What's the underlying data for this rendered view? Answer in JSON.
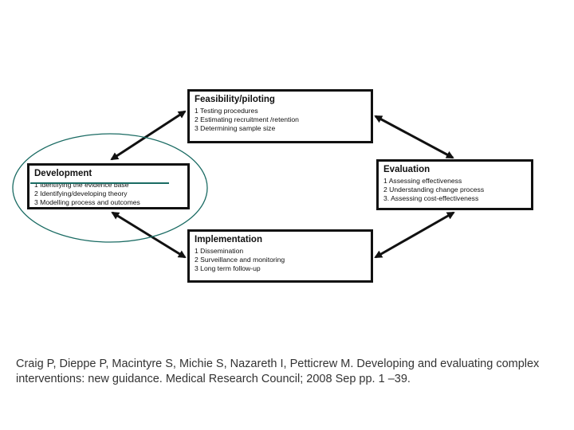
{
  "diagram": {
    "nodes": [
      {
        "id": "feasibility",
        "title": "Feasibility/piloting",
        "items": [
          "1 Testing procedures",
          "2 Estimating recruitment /retention",
          "3 Determining sample size"
        ]
      },
      {
        "id": "development",
        "title": "Development",
        "items": [
          "1 Identifying the evidence base",
          "2 Identifying/developing theory",
          "3 Modelling process and outcomes"
        ]
      },
      {
        "id": "evaluation",
        "title": "Evaluation",
        "items": [
          "1 Assessing effectiveness",
          "2 Understanding change process",
          "3. Assessing cost-effectiveness"
        ]
      },
      {
        "id": "implementation",
        "title": "Implementation",
        "items": [
          "1 Dissemination",
          "2 Surveillance and monitoring",
          "3 Long term follow-up"
        ]
      }
    ],
    "edges": [
      {
        "from": "development",
        "to": "feasibility",
        "direction": "both"
      },
      {
        "from": "feasibility",
        "to": "evaluation",
        "direction": "both"
      },
      {
        "from": "evaluation",
        "to": "implementation",
        "direction": "both"
      },
      {
        "from": "implementation",
        "to": "development",
        "direction": "both"
      }
    ],
    "highlight": {
      "circled_node": "development",
      "struck_item": "1 Identifying the evidence base",
      "color": "#1a6b63"
    }
  },
  "citation": "Craig P, Dieppe P, Macintyre S, Michie S, Nazareth I, Petticrew M. Developing and evaluating complex interventions: new guidance. Medical Research Council; 2008 Sep pp. 1 –39."
}
